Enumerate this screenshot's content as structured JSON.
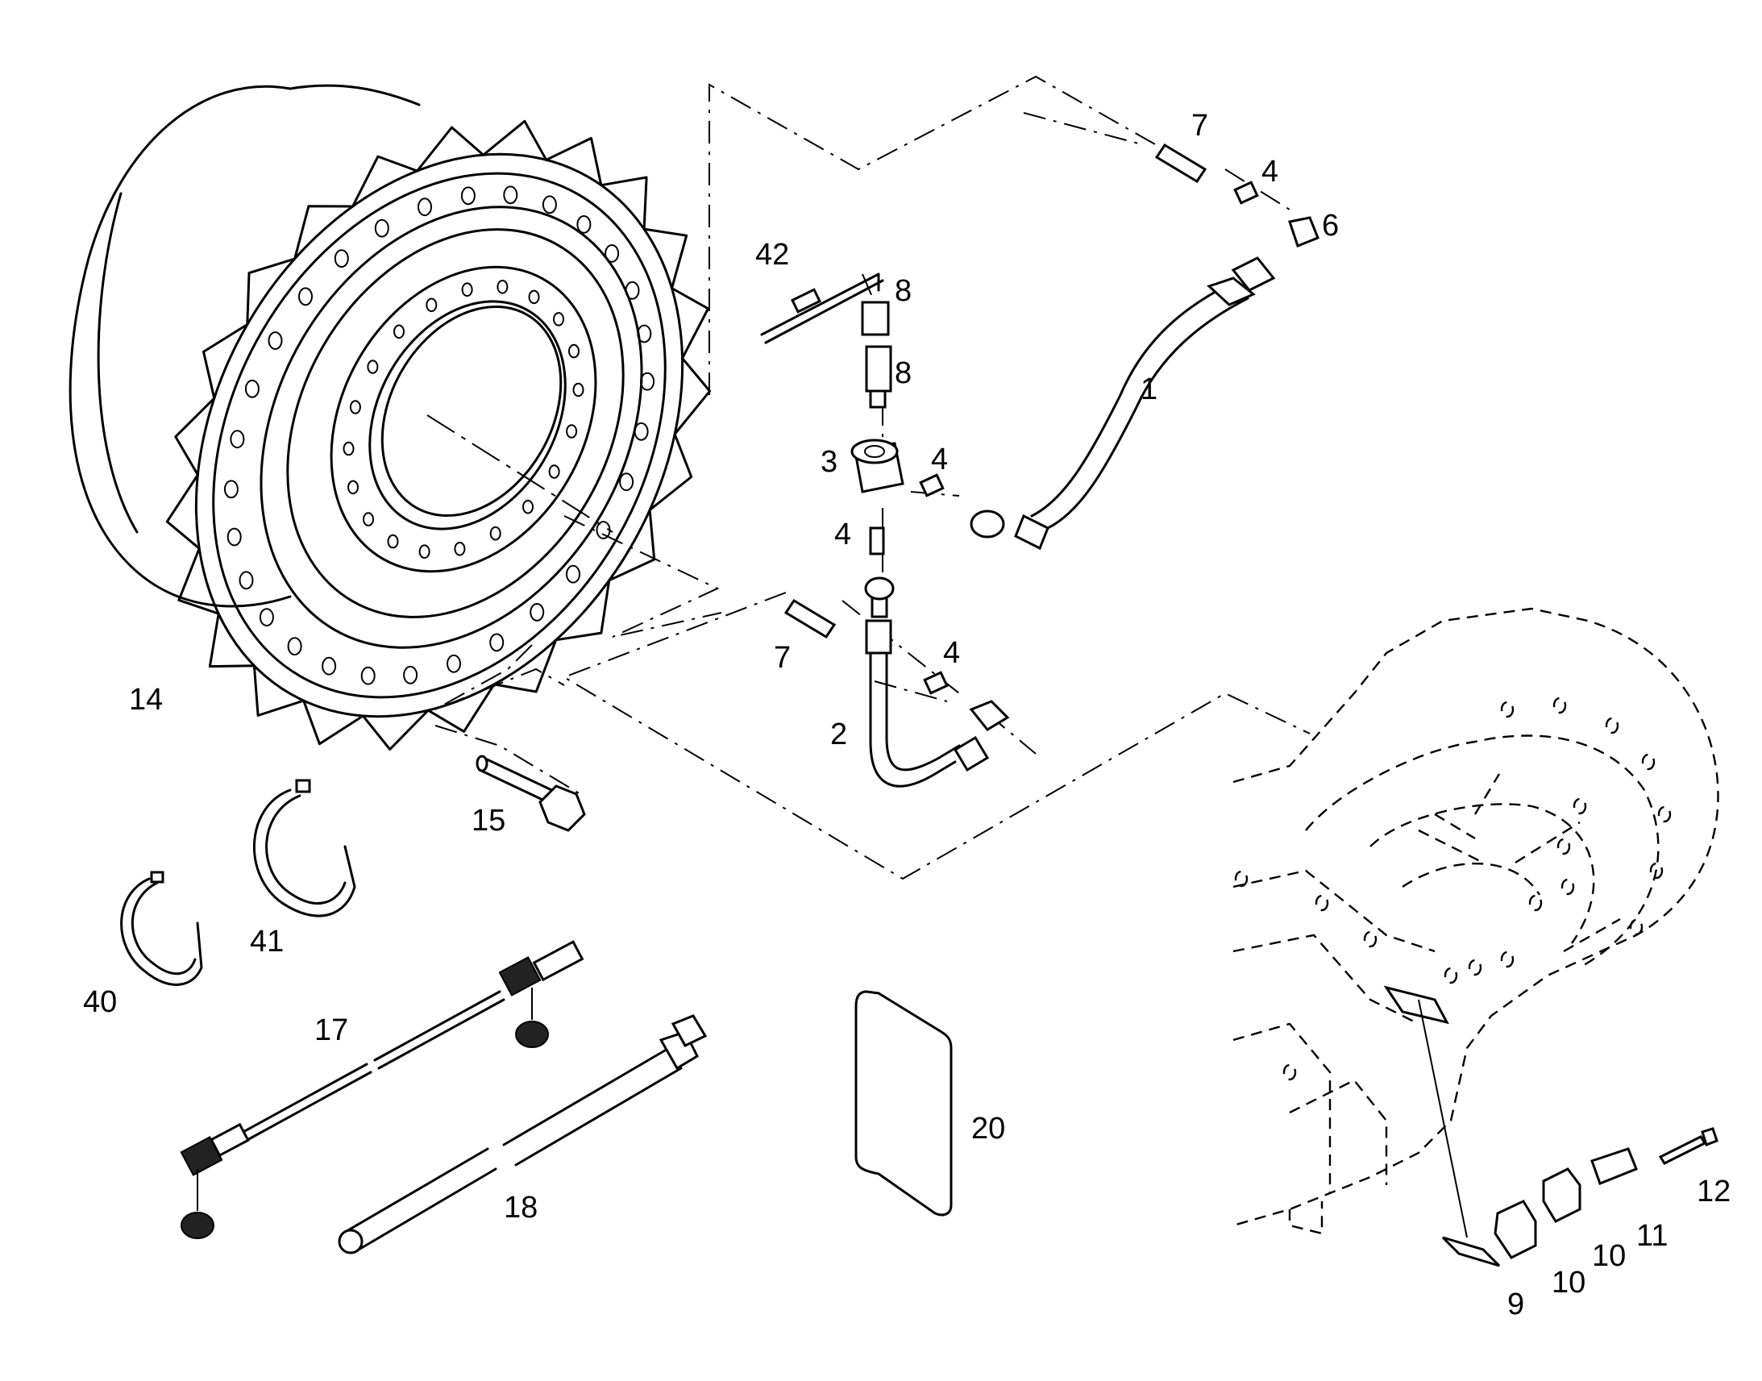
{
  "callouts": [
    {
      "id": "1",
      "label": "1"
    },
    {
      "id": "2",
      "label": "2"
    },
    {
      "id": "3",
      "label": "3"
    },
    {
      "id": "4a",
      "label": "4"
    },
    {
      "id": "4b",
      "label": "4"
    },
    {
      "id": "4c",
      "label": "4"
    },
    {
      "id": "4d",
      "label": "4"
    },
    {
      "id": "6",
      "label": "6"
    },
    {
      "id": "7a",
      "label": "7"
    },
    {
      "id": "7b",
      "label": "7"
    },
    {
      "id": "8a",
      "label": "8"
    },
    {
      "id": "8b",
      "label": "8"
    },
    {
      "id": "9",
      "label": "9"
    },
    {
      "id": "10a",
      "label": "10"
    },
    {
      "id": "10b",
      "label": "10"
    },
    {
      "id": "11",
      "label": "11"
    },
    {
      "id": "12",
      "label": "12"
    },
    {
      "id": "14",
      "label": "14"
    },
    {
      "id": "15",
      "label": "15"
    },
    {
      "id": "17",
      "label": "17"
    },
    {
      "id": "18",
      "label": "18"
    },
    {
      "id": "20",
      "label": "20"
    },
    {
      "id": "40",
      "label": "40"
    },
    {
      "id": "41",
      "label": "41"
    },
    {
      "id": "42",
      "label": "42"
    }
  ]
}
